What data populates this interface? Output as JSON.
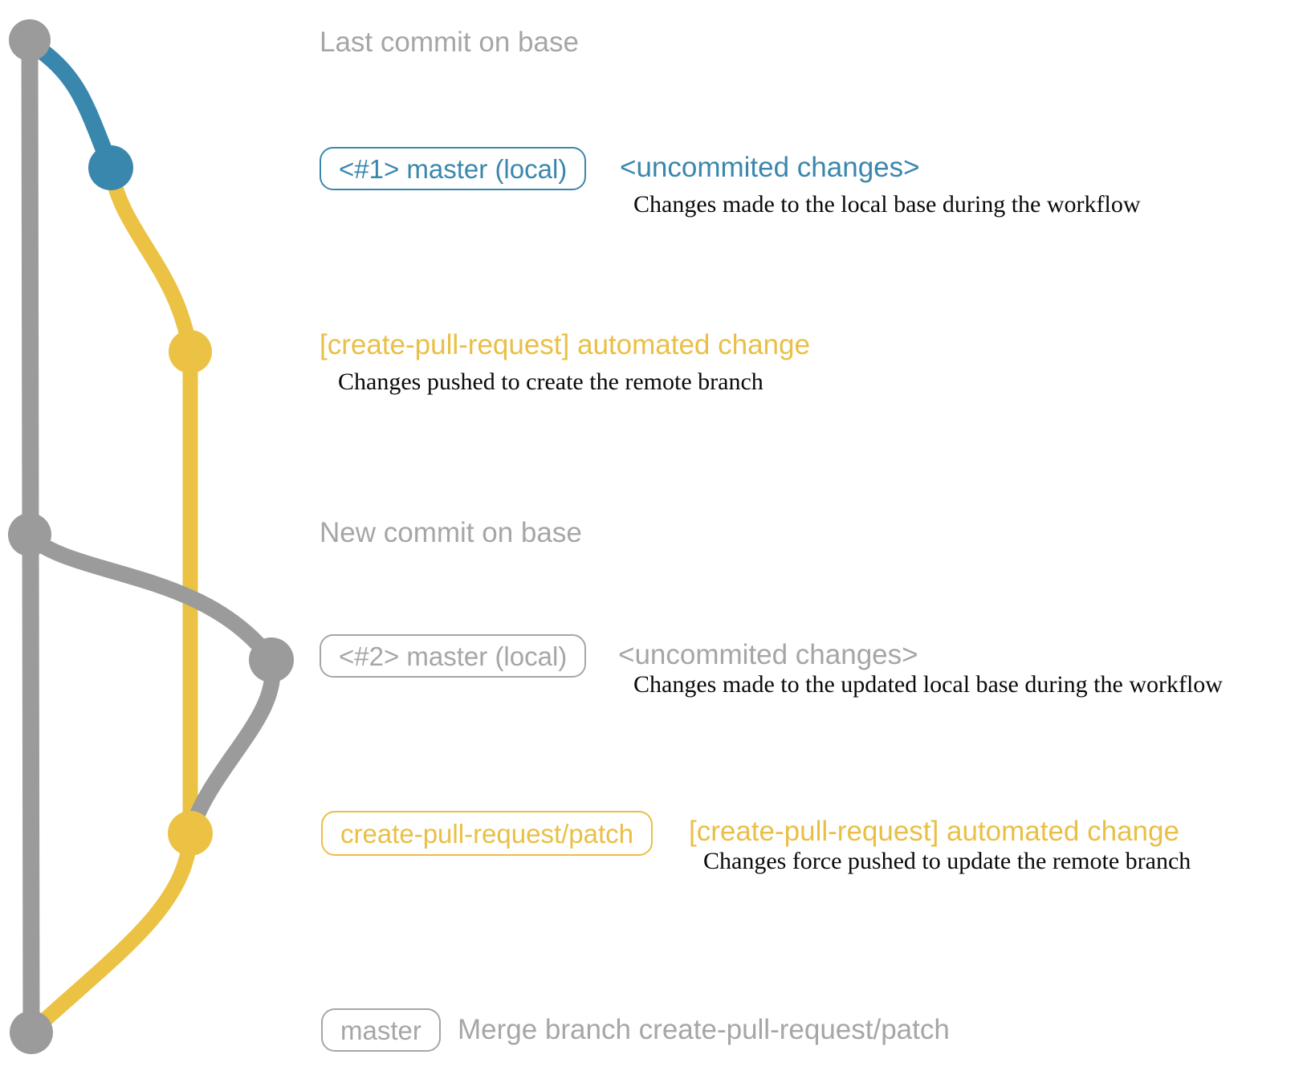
{
  "colors": {
    "gray": "#9b9b9b",
    "gray_text": "#a6a6a6",
    "blue": "#3a87ae",
    "yellow": "#ecc244",
    "black": "#0a0a0a",
    "background": "#ffffff"
  },
  "graph": {
    "rows": {
      "last_commit": {
        "label": "Last commit on base"
      },
      "local_1": {
        "badge": "<#1> master (local)",
        "heading": "<uncommited changes>",
        "description": "Changes made to the local base during the workflow"
      },
      "push_1": {
        "heading": "[create-pull-request] automated change",
        "description": "Changes pushed to create the remote branch"
      },
      "new_commit": {
        "label": "New commit on base"
      },
      "local_2": {
        "badge": "<#2> master (local)",
        "heading": "<uncommited changes>",
        "description": "Changes made to the updated local base during the workflow"
      },
      "push_2": {
        "badge": "create-pull-request/patch",
        "heading": "[create-pull-request] automated change",
        "description": "Changes force pushed to update the remote branch"
      },
      "merge": {
        "badge": "master",
        "label": "Merge branch create-pull-request/patch"
      }
    }
  }
}
